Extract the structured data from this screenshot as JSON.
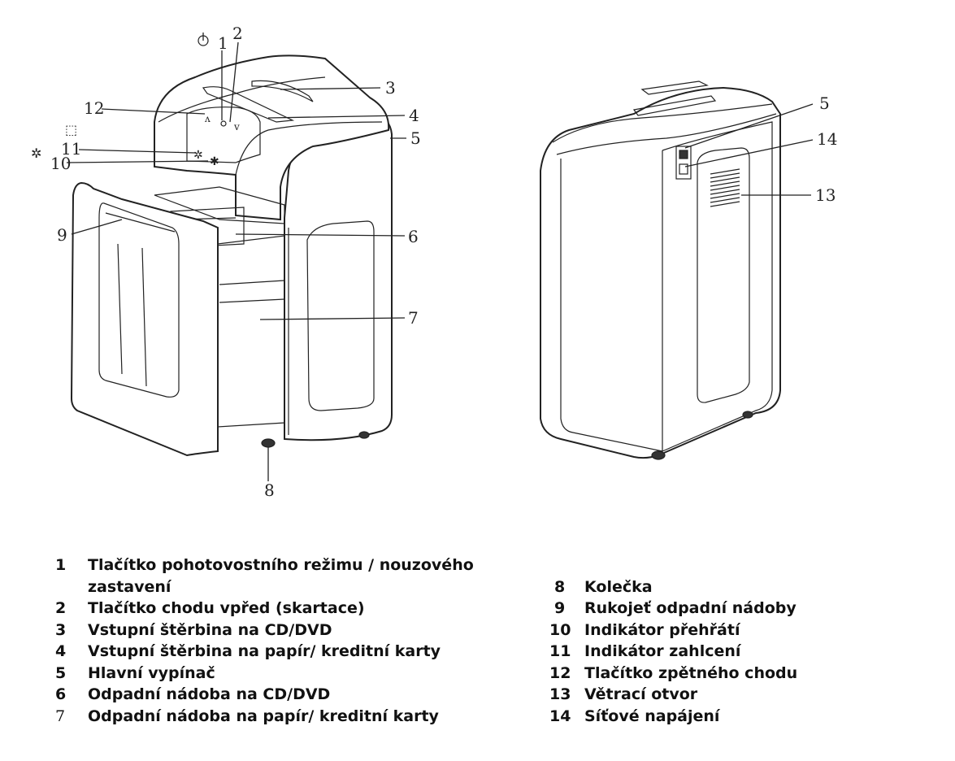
{
  "callouts": [
    "1",
    "2",
    "3",
    "4",
    "12",
    "5",
    "11",
    "10",
    "9",
    "6",
    "7",
    "8",
    "5",
    "14",
    "13"
  ],
  "legend_left": [
    {
      "num": "1",
      "text": "Tlačítko pohotovostního režimu / nouzového"
    },
    {
      "num": "",
      "text": "zastavení"
    },
    {
      "num": "2",
      "text": "Tlačítko chodu vpřed  (skartace)"
    },
    {
      "num": "3",
      "text": "Vstupní štěrbina na CD/DVD"
    },
    {
      "num": "4",
      "text": "Vstupní štěrbina na papír/ kreditní karty"
    },
    {
      "num": "5",
      "text": "Hlavní vypínač"
    },
    {
      "num": "6",
      "text": "Odpadní nádoba na CD/DVD"
    },
    {
      "num": "7",
      "text": "Odpadní nádoba na papír/ kreditní karty"
    }
  ],
  "legend_right": [
    {
      "num": "8",
      "text": "Kolečka"
    },
    {
      "num": "9",
      "text": "Rukojeť odpadní nádoby"
    },
    {
      "num": "10",
      "text": "Indikátor přehřátí"
    },
    {
      "num": "11",
      "text": "Indikátor zahlcení"
    },
    {
      "num": "12",
      "text": "Tlačítko zpětného chodu"
    },
    {
      "num": "13",
      "text": "Větrací otvor"
    },
    {
      "num": "14",
      "text": "Síťové napájení"
    }
  ]
}
